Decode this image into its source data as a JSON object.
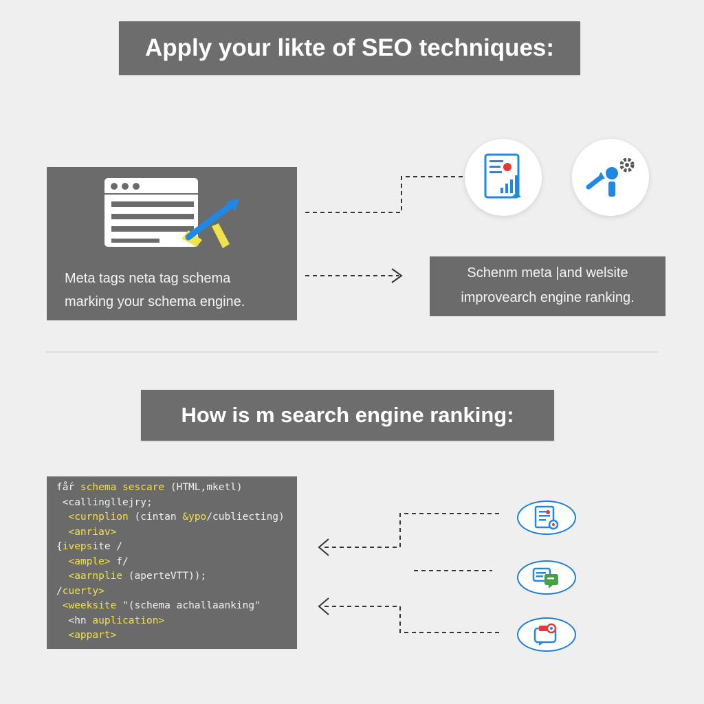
{
  "top_section": {
    "title": "Apply your likte of SEO techniques:",
    "left_panel_text": [
      "Meta tags neta tag schema",
      "marking your schema engine."
    ],
    "right_panel_text": [
      "Schenm meta |and welsite",
      "improvearch engine ranking."
    ]
  },
  "icons": {
    "browser": "browser-window-icon",
    "arrow": "upward-arrow-icon",
    "report": "report-chart-icon",
    "user_gear": "user-gear-icon",
    "doc_badge": "document-badge-icon",
    "chat": "chat-bubbles-icon",
    "message": "message-icon"
  },
  "bottom_section": {
    "title": "How is m search engine ranking:",
    "code_lines": [
      {
        "parts": [
          {
            "t": "fǻr ",
            "c": ""
          },
          {
            "t": "schema sescare",
            "c": "kw"
          },
          {
            "t": " (HTML,mketl)",
            "c": ""
          }
        ]
      },
      {
        "parts": [
          {
            "t": " <callingllejry;",
            "c": ""
          }
        ]
      },
      {
        "parts": [
          {
            "t": "  ",
            "c": ""
          },
          {
            "t": "<curnplion",
            "c": "kw"
          },
          {
            "t": " (cintan ",
            "c": ""
          },
          {
            "t": "&ypo",
            "c": "kw"
          },
          {
            "t": "/cubliecting)",
            "c": ""
          }
        ]
      },
      {
        "parts": [
          {
            "t": "  ",
            "c": ""
          },
          {
            "t": "<anriav>",
            "c": "kw"
          }
        ]
      },
      {
        "parts": [
          {
            "t": "{",
            "c": ""
          },
          {
            "t": "iveps",
            "c": "kw"
          },
          {
            "t": "ite /",
            "c": ""
          }
        ]
      },
      {
        "parts": [
          {
            "t": "  ",
            "c": ""
          },
          {
            "t": "<ample>",
            "c": "kw"
          },
          {
            "t": " f/",
            "c": ""
          }
        ]
      },
      {
        "parts": [
          {
            "t": "  ",
            "c": ""
          },
          {
            "t": "<aarnplie",
            "c": "kw"
          },
          {
            "t": " (aperteVTT));",
            "c": ""
          }
        ]
      },
      {
        "parts": [
          {
            "t": "/",
            "c": ""
          },
          {
            "t": "cuerty>",
            "c": "kw"
          }
        ]
      },
      {
        "parts": [
          {
            "t": " ",
            "c": ""
          },
          {
            "t": "<weeksite",
            "c": "kw"
          },
          {
            "t": " \"(schema achallaanking\"",
            "c": ""
          }
        ]
      },
      {
        "parts": [
          {
            "t": "  <hn ",
            "c": ""
          },
          {
            "t": "auplication>",
            "c": "kw"
          }
        ]
      },
      {
        "parts": [
          {
            "t": "  ",
            "c": ""
          },
          {
            "t": "<appart>",
            "c": "kw"
          }
        ]
      }
    ]
  },
  "colors": {
    "background": "#efefef",
    "banner": "#6d6d6d",
    "panel": "#6b6b6b",
    "accent_blue": "#1e88e5",
    "accent_yellow": "#f2e24a",
    "accent_red": "#e53935",
    "accent_green": "#43a047"
  }
}
